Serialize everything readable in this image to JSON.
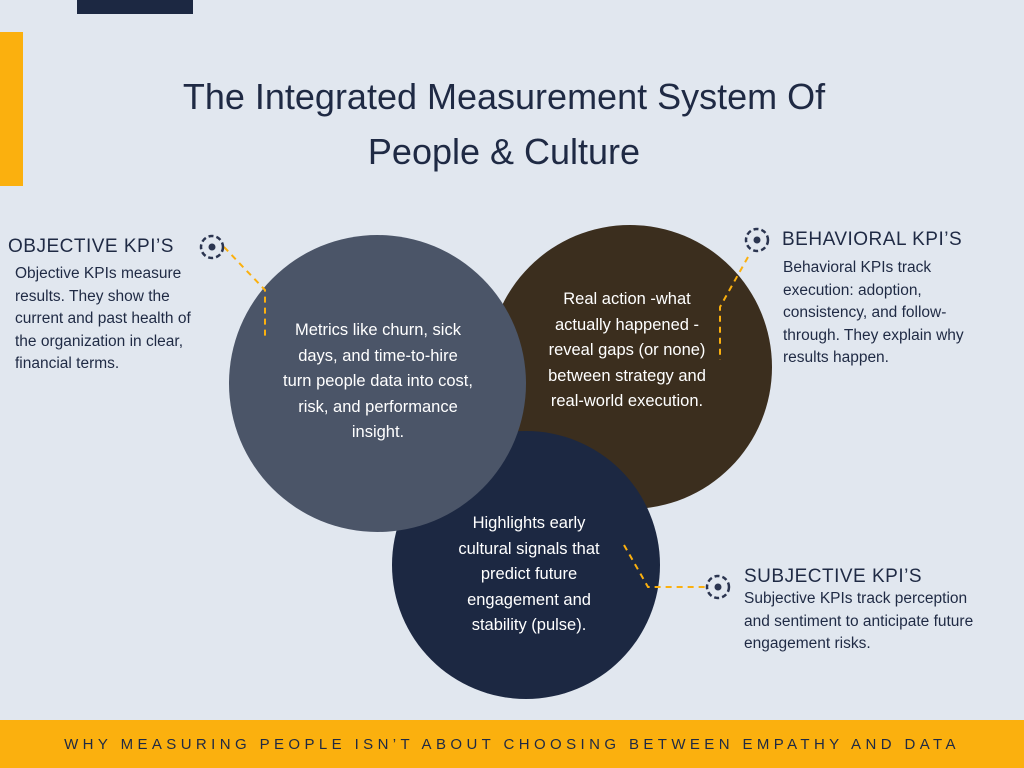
{
  "title": {
    "line1": "The Integrated Measurement System Of",
    "line2": "People & Culture"
  },
  "circles": {
    "objective": "Metrics like churn, sick days, and time-to-hire turn people data into cost, risk, and performance insight.",
    "behavioral": "Real action -what actually happened - reveal gaps (or none) between strategy and real-world execution.",
    "subjective": "Highlights early cultural signals that predict future engagement and stability (pulse)."
  },
  "callouts": {
    "objective": {
      "heading": "OBJECTIVE KPI’S",
      "description": "Objective KPIs measure results. They show the current and past health of the organization in clear, financial terms."
    },
    "behavioral": {
      "heading": "BEHAVIORAL KPI’S",
      "description": "Behavioral KPIs track execution: adoption, consistency, and follow-through. They explain why results happen."
    },
    "subjective": {
      "heading": "SUBJECTIVE KPI’S",
      "description": "Subjective KPIs track perception and sentiment to anticipate future engagement risks."
    }
  },
  "footer": {
    "text": "WHY MEASURING PEOPLE ISN’T ABOUT CHOOSING BETWEEN EMPATHY AND DATA"
  },
  "colors": {
    "background": "#e1e7ef",
    "accent": "#fbb00e",
    "navy": "#1c2842",
    "slate": "#4b5568",
    "brown": "#3b2e1e",
    "text": "#1f2a44"
  },
  "icons": {
    "marker": "target-dot-icon",
    "connector": "dashed-leader-line"
  }
}
